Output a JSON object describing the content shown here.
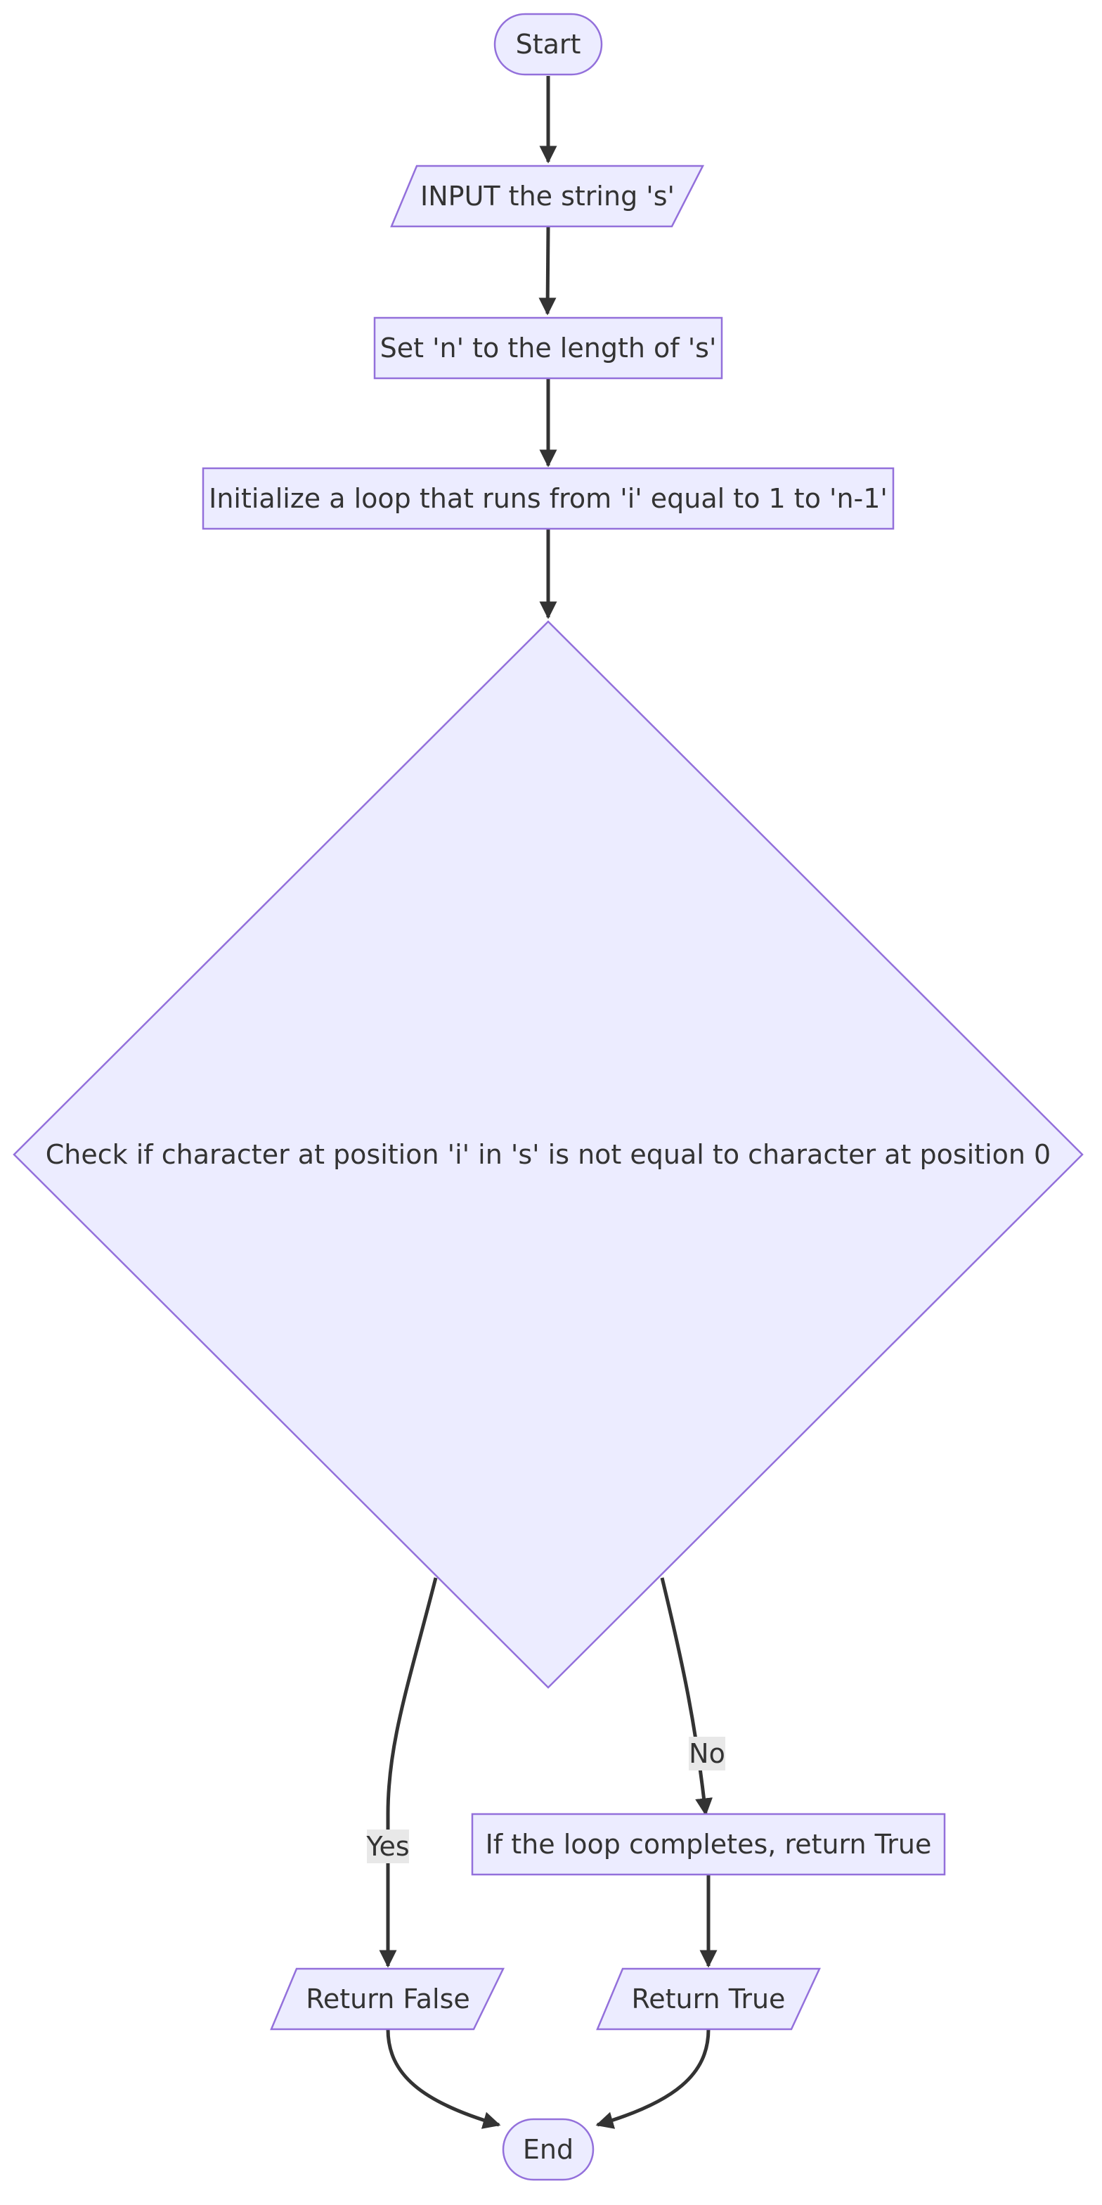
{
  "diagram": {
    "nodes": {
      "start": "Start",
      "input": "INPUT the string 's'",
      "set_n": "Set 'n' to the length of 's'",
      "loop": "Initialize a loop that runs from 'i' equal to 1 to 'n-1'",
      "check": "Check if character at position 'i' in 's' is not equal to character at position 0",
      "loop_complete": "If the loop completes, return True",
      "return_false": "Return False",
      "return_true": "Return True",
      "end": "End"
    },
    "edge_labels": {
      "yes": "Yes",
      "no": "No"
    },
    "colors": {
      "node_fill": "#ECECFF",
      "node_stroke": "#9370DB",
      "edge": "#333333",
      "label_bg": "#E8E8E8"
    }
  }
}
